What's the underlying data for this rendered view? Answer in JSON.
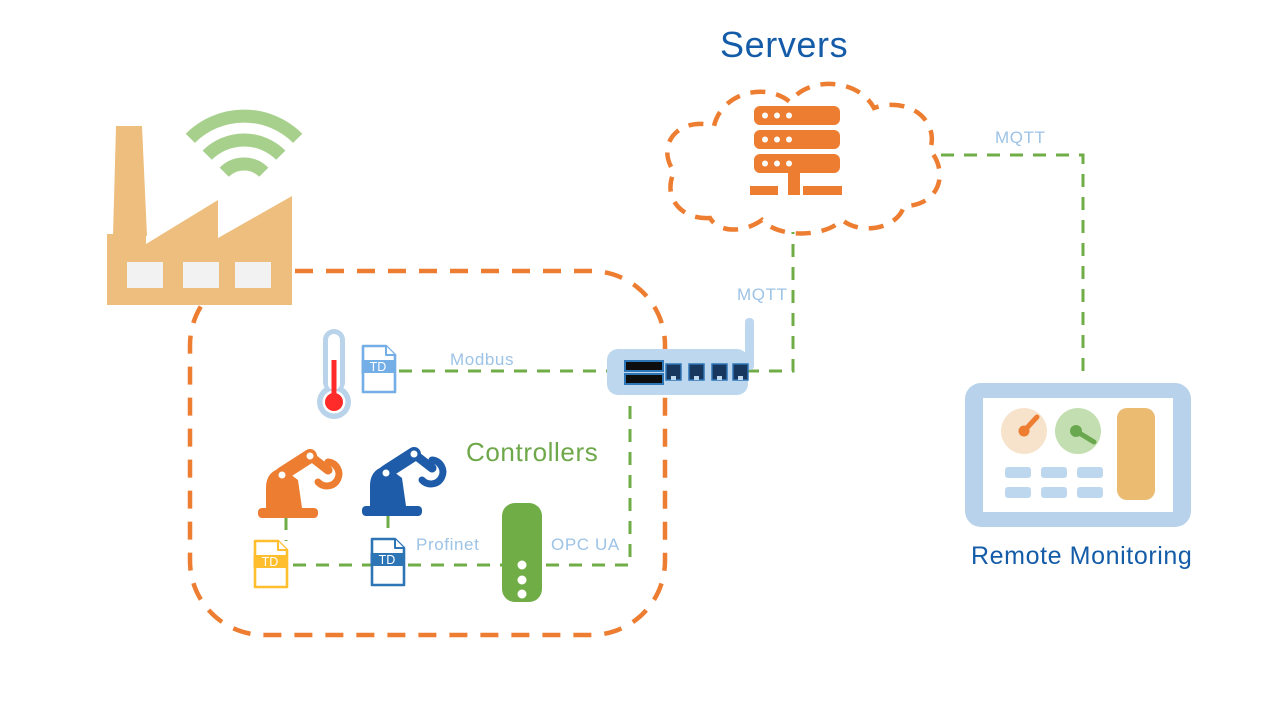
{
  "diagram": {
    "servers_title": "Servers",
    "controllers_label": "Controllers",
    "remote_title": "Remote Monitoring",
    "protocol_labels": {
      "modbus": "Modbus",
      "profinet": "Profinet",
      "opc_ua": "OPC UA",
      "mqtt_gateway": "MQTT",
      "mqtt_remote": "MQTT"
    },
    "documents": {
      "thermometer_td": "TD",
      "robot_orange_td": "TD",
      "robot_blue_td": "TD"
    },
    "icons": {
      "factory-icon": "factory building with chimney",
      "wifi-icon": "three wireless arcs",
      "thermometer-icon": "thermometer sensor",
      "td-document-icon": "thing-description document",
      "robot-arm-icon": "industrial robot arm",
      "plc-controller-icon": "green controller pill with dots",
      "router-icon": "gateway router with antenna",
      "cloud-icon": "dashed cloud outline",
      "server-stack-icon": "server rack stack",
      "dashboard-tablet-icon": "remote monitoring dashboard"
    },
    "colors": {
      "orange": "#ED7D31",
      "green": "#70AD47",
      "wifi_green": "#A8D08D",
      "factory_tan": "#EDBE7D",
      "device_blue": "#BDD7EE",
      "protocol_label_blue": "#9DC3E6",
      "title_blue": "#145CA8",
      "doc_blue": "#2E75B6",
      "doc_light_blue": "#74AEE6",
      "doc_yellow": "#FFBE2D",
      "thermometer_red": "#FF2B2B",
      "gauge_tan": "#F7E3CC",
      "gauge_green": "#C3DFB1"
    }
  }
}
